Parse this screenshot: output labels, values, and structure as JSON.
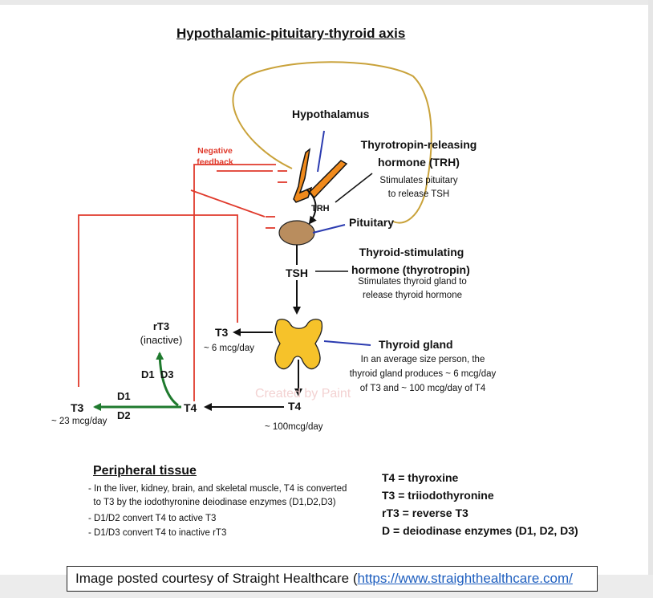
{
  "title": "Hypothalamic-pituitary-thyroid axis",
  "labels": {
    "hypothalamus": "Hypothalamus",
    "trh_title_1": "Thyrotropin-releasing",
    "trh_title_2": "hormone (TRH)",
    "trh_desc_1": "Stimulates pituitary",
    "trh_desc_2": "to release TSH",
    "trh_short": "TRH",
    "pituitary": "Pituitary",
    "neg_feedback_1": "Negative",
    "neg_feedback_2": "feedback",
    "tsh_title_1": "Thyroid-stimulating",
    "tsh_title_2": "hormone (thyrotropin)",
    "tsh_desc_1": "Stimulates thyroid gland to",
    "tsh_desc_2": "release thyroid hormone",
    "tsh_short": "TSH",
    "thyroid_gland": "Thyroid gland",
    "thyroid_desc_1": "In an average size person, the",
    "thyroid_desc_2": "thyroid gland produces ~ 6 mcg/day",
    "thyroid_desc_3": "of T3 and ~ 100 mcg/day of T4",
    "rt3": "rT3",
    "inactive": "(inactive)",
    "t3_gland": "T3",
    "t3_gland_rate": "~ 6 mcg/day",
    "d1d3": "D1  D3",
    "t4_center": "T4",
    "t4_center_rate": "~ 100mcg/day",
    "t4_periph": "T4",
    "t3_periph": "T3",
    "t3_periph_rate": "~ 23 mcg/day",
    "d1": "D1",
    "d2": "D2"
  },
  "peripheral": {
    "heading": "Peripheral tissue",
    "lines": [
      "- In the liver, kidney, brain, and skeletal muscle, T4 is converted",
      "  to T3 by the iodothyronine deiodinase enzymes (D1,D2,D3)",
      "- D1/D2 convert T4 to active T3",
      "- D1/D3 convert T4 to inactive rT3"
    ]
  },
  "legend": [
    "T4 = thyroxine",
    "T3 = triiodothyronine",
    "rT3 = reverse T3",
    "D = deiodinase enzymes (D1, D2, D3)"
  ],
  "watermark": "Created by Paint",
  "credit": {
    "text": "Image posted courtesy of Straight Healthcare (",
    "link": "https://www.straighthealthcare.com/"
  },
  "colors": {
    "feedback_red": "#e03a2c",
    "pointer_blue": "#2b3bb0",
    "conversion_green": "#1f7a2e",
    "loop_gold": "#c9a23a",
    "thyroid_yellow": "#f6c22a",
    "pituitary_brown": "#b98d5e",
    "hypothalamus_orange": "#f08a1c"
  }
}
